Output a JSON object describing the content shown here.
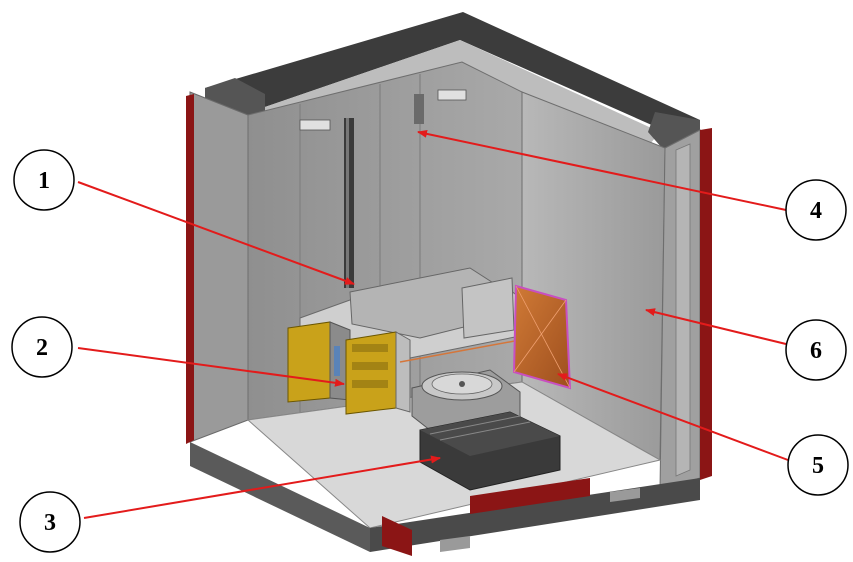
{
  "callouts": [
    {
      "id": "1",
      "label": "1"
    },
    {
      "id": "2",
      "label": "2"
    },
    {
      "id": "3",
      "label": "3"
    },
    {
      "id": "4",
      "label": "4"
    },
    {
      "id": "5",
      "label": "5"
    },
    {
      "id": "6",
      "label": "6"
    }
  ],
  "colors": {
    "leader": "#e31b1b",
    "cabinet_gray": "#a8a8a8",
    "cabinet_dark": "#4a4a4a",
    "accent_red": "#8b1515",
    "floor": "#d8d8d8",
    "detector_orange": "#c0692a",
    "detector_frame": "#c84fc0",
    "yellow_module": "#c9a21a"
  }
}
